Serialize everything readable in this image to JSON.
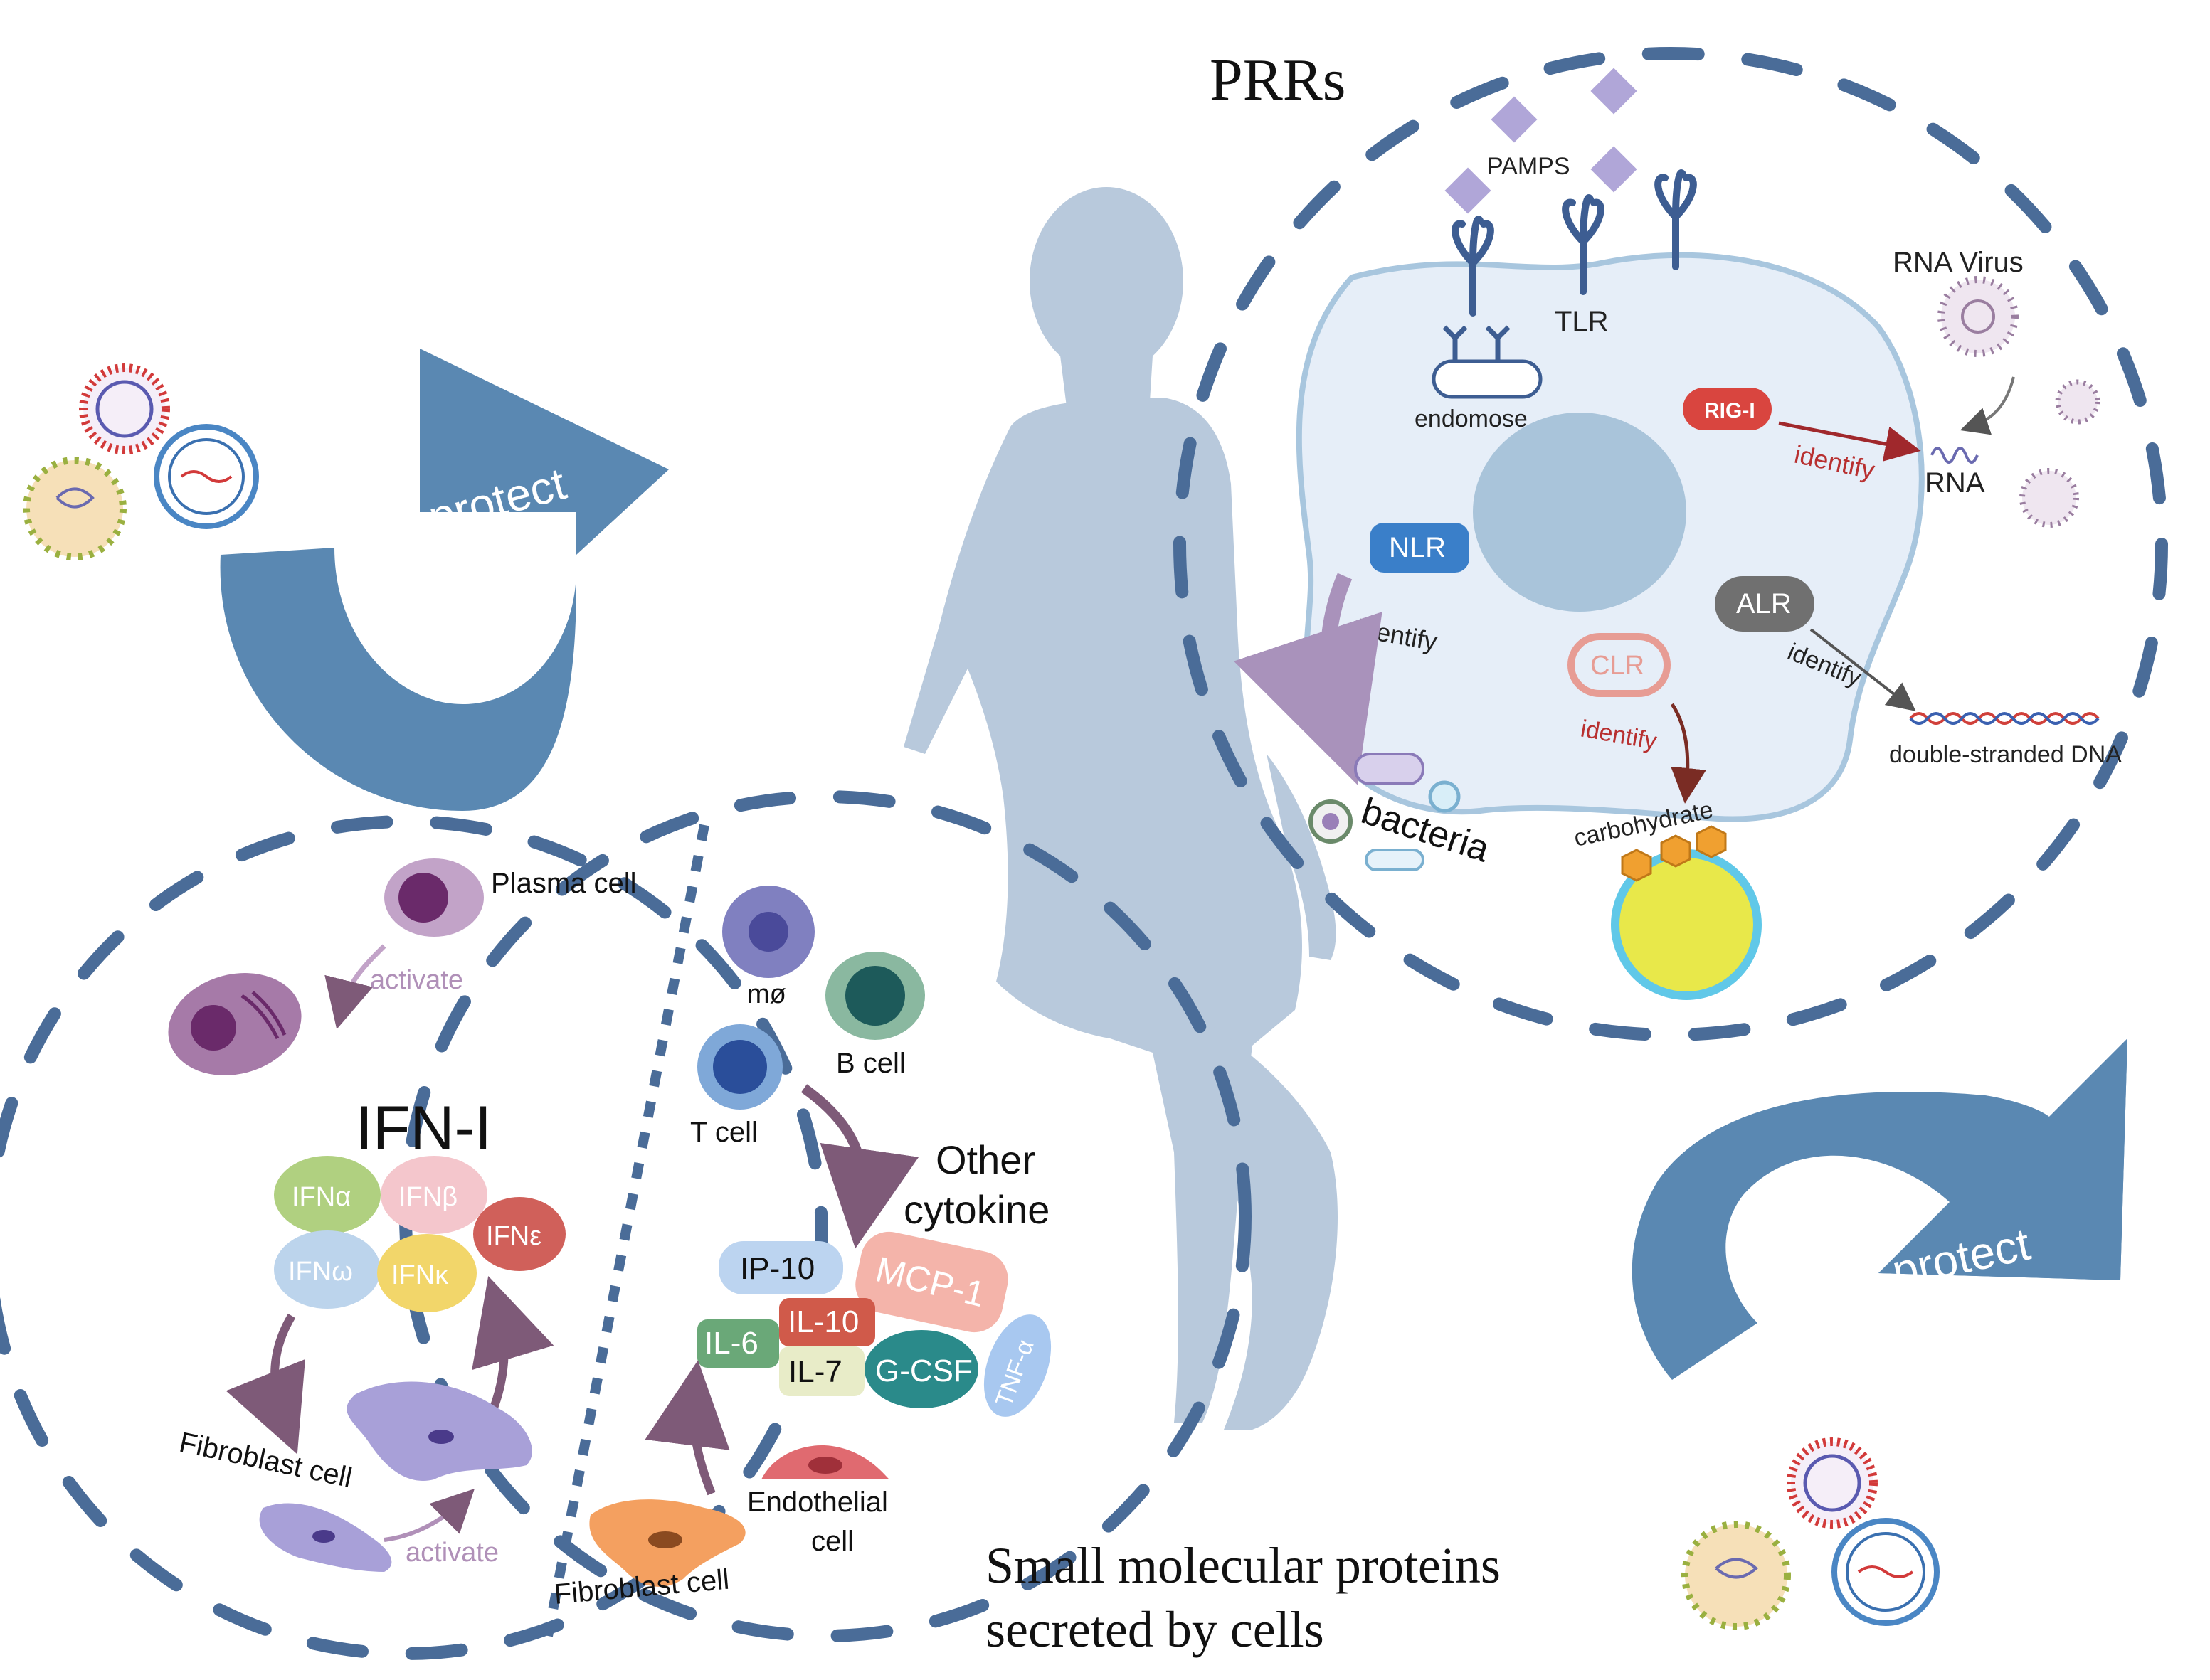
{
  "title": "PRRs",
  "caption": {
    "line1": "Small molecular proteins",
    "line2": "secreted by cells"
  },
  "arrows": {
    "protect_top": "protect",
    "protect_bottom": "protect"
  },
  "prr": {
    "pamps": "PAMPS",
    "tlr": "TLR",
    "endosome": "endomose",
    "rig": "RIG-I",
    "rig_identify": "identify",
    "rna_virus": "RNA  Virus",
    "rna": "RNA",
    "nlr": "NLR",
    "nlr_identify": "identify",
    "alr": "ALR",
    "alr_identify": "identify",
    "dsdna": "double-stranded  DNA",
    "clr": "CLR",
    "clr_identify": "identify",
    "carbohydrate": "carbohydrate",
    "bacteria": "bacteria"
  },
  "ifn": {
    "plasma": "Plasma cell",
    "activate_top": "activate",
    "title": "IFN-I",
    "alpha": "IFNα",
    "beta": "IFNβ",
    "epsilon": "IFNε",
    "omega": "IFNω",
    "kappa": "IFNκ",
    "fibroblast": "Fibroblast cell",
    "activate_bottom": "activate"
  },
  "cytokine": {
    "mo": "mø",
    "bcell": "B  cell",
    "tcell": "T  cell",
    "title1": "Other",
    "title2": "cytokine",
    "ip10": "IP-10",
    "mcp1": "MCP-1",
    "il10": "IL-10",
    "il6": "IL-6",
    "il7": "IL-7",
    "gcsf": "G-CSF",
    "tnfa": "TNF-α",
    "endo1": "Endothelial",
    "endo2": "cell",
    "fibro": "Fibroblast cell"
  },
  "colors": {
    "dash": "#4a6c98",
    "arrow": "#5a88b2",
    "silhouette": "#b8c9dc",
    "cell_fill": "#e6eef8",
    "cell_stroke": "#a8c6de",
    "nucleus": "#a9c4da",
    "rig": "#d9453f",
    "nlr": "#3a7fc9",
    "alr": "#707070",
    "clr": "#e79c94",
    "red_text": "#b83030",
    "purple_arrow": "#7e5a78"
  }
}
